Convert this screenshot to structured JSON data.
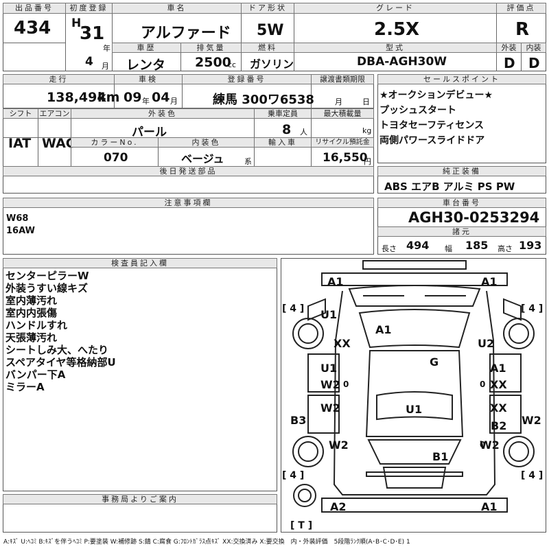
{
  "header": {
    "lot_no_label": "出品番号",
    "lot_no": "434",
    "first_reg_label": "初度登録",
    "era": "H",
    "first_reg_year": "31",
    "year_unit": "年",
    "first_reg_month": "4",
    "month_unit": "月",
    "car_name_label": "車名",
    "car_name": "アルファード",
    "history_label": "車歴",
    "history": "レンタ",
    "displacement_label": "排気量",
    "displacement": "2500",
    "cc_unit": "cc",
    "door_label": "ドア形状",
    "door": "5W",
    "fuel_label": "燃料",
    "fuel": "ガソリン",
    "grade_label": "グレード",
    "grade": "2.5X",
    "model_label": "型式",
    "model": "DBA-AGH30W",
    "score_label": "評価点",
    "score": "R",
    "ext_label": "外装",
    "ext": "D",
    "int_label": "内装",
    "int": "D"
  },
  "row2": {
    "mileage_label": "走行",
    "mileage": "138,494",
    "km_unit": "km",
    "inspection_label": "車検",
    "insp_year": "09",
    "insp_year_unit": "年",
    "insp_month": "04",
    "insp_month_unit": "月",
    "plate_label": "登録番号",
    "plate": "練馬 300ワ6538",
    "transfer_label": "譲渡書類期限",
    "transfer_month_unit": "月",
    "transfer_day_unit": "日",
    "shift_label": "シフト",
    "shift": "IAT",
    "ac_label": "エアコン",
    "ac": "WAC",
    "ext_color_label": "外装色",
    "ext_color": "パール",
    "capacity_label": "乗車定員",
    "capacity": "8",
    "person_unit": "人",
    "load_label": "最大積載量",
    "kg_unit": "kg",
    "color_no_label": "カラーNo.",
    "color_no": "070",
    "int_color_label": "内装色",
    "int_color": "ベージュ",
    "int_color_suffix": "系",
    "import_label": "輸入車",
    "recycle_label": "リサイクル預託金",
    "recycle": "16,550",
    "yen_unit": "円"
  },
  "sales_points": {
    "label": "セールスポイント",
    "items": [
      "★オークションデビュー★",
      "プッシュスタート",
      "トヨタセーフティセンス",
      "両側パワースライドドア"
    ]
  },
  "later_parts_label": "後日発送部品",
  "genuine": {
    "label": "純正装備",
    "items": "ABS エアB アルミ PS PW"
  },
  "notes": {
    "label": "注意事項欄",
    "lines": [
      "W68",
      "16AW"
    ]
  },
  "chassis": {
    "label": "車台番号",
    "value": "AGH30-0253294"
  },
  "specs": {
    "label": "諸元",
    "length_label": "長さ",
    "length": "494",
    "width_label": "幅",
    "width": "185",
    "height_label": "高さ",
    "height": "193"
  },
  "inspector": {
    "label": "検査員記入欄",
    "lines": [
      "センターピラーW",
      "外装うすい線キズ",
      "室内薄汚れ",
      "室内内張傷",
      "ハンドルすれ",
      "天張薄汚れ",
      "シートしみ大、へたり",
      "スペアタイヤ等格納部U",
      "バンパー下A",
      "ミラーA"
    ]
  },
  "office_label": "事務局よりご案内",
  "diagram": {
    "marks": {
      "a1_fl": "A1",
      "a1_fr": "A1",
      "u1_fl": "U1",
      "xx_l": "XX",
      "a1_hood": "A1",
      "u2_r": "U2",
      "u1_l": "U1",
      "w2_l1": "W2",
      "g": "G",
      "a1_r": "A1",
      "xx_r1": "XX",
      "w2_l2": "W2",
      "u1_roof": "U1",
      "xx_r2": "XX",
      "b2_r": "B2",
      "b3_l": "B3",
      "w2_rside": "W2",
      "w2_rl": "W2",
      "w2_rr": "W2",
      "b1": "B1",
      "a2": "A2",
      "a1_rear": "A1",
      "o1": "0",
      "o2": "0",
      "o3": "0"
    },
    "tires": {
      "fl": "[ 4 ]",
      "fr": "[ 4 ]",
      "rl": "[ 4 ]",
      "rr": "[ 4 ]",
      "spare": "[ T ]"
    }
  },
  "legend": "A:ｷｽﾞ U:ﾍｺﾐ B:ｷｽﾞを伴うﾍｺﾐ P:要塗装 W:補修跡 S:錆 C:腐食 G:ﾌﾛﾝﾄｶﾞﾗｽ点ｷｽﾞ XX:交換済み X:要交換　内・外装評価　5段階ﾗﾝｸ順(A･B･C･D･E) 1"
}
